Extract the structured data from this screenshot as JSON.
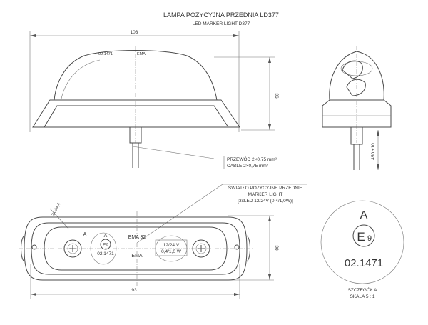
{
  "title": {
    "pl": "LAMPA POZYCYJNA PRZEDNIA LD377",
    "en": "LED MARKER LIGHT D377"
  },
  "dimensions": {
    "width_top": "103",
    "height_side": "36",
    "cable_len": "450 ±10",
    "width_bottom": "93",
    "height_front": "30",
    "dia": "2x∅4,4"
  },
  "cable_note": {
    "line1": "PRZEWÓD 2×0,75 mm²",
    "line2": "CABLE 2×0,75 mm²"
  },
  "light_note": {
    "line1": "ŚWIATŁO POZYCYJNE PRZEDNIE",
    "line2": "MARKER LIGHT",
    "line3": "[3xLED 12/24V (0,4/1,0W)]"
  },
  "lens_marks": {
    "ema32": "EMA 32",
    "a": "A",
    "a2": "A",
    "e9": "E9",
    "approval": "02.1471",
    "voltage": "12/24 V",
    "power": "0,4/1,0 W",
    "brand": "EMA"
  },
  "top_marks": {
    "left": "02.1471",
    "right": "EMA"
  },
  "detail": {
    "a": "A",
    "e": "E",
    "nine": "9",
    "number": "02.1471",
    "caption1": "SZCZEGÓŁ A",
    "caption2": "SKALA 5 : 1"
  },
  "colors": {
    "line": "#4a4a4a",
    "lens_fill": "#e6e6e6",
    "base_fill": "#cfcfcf"
  }
}
